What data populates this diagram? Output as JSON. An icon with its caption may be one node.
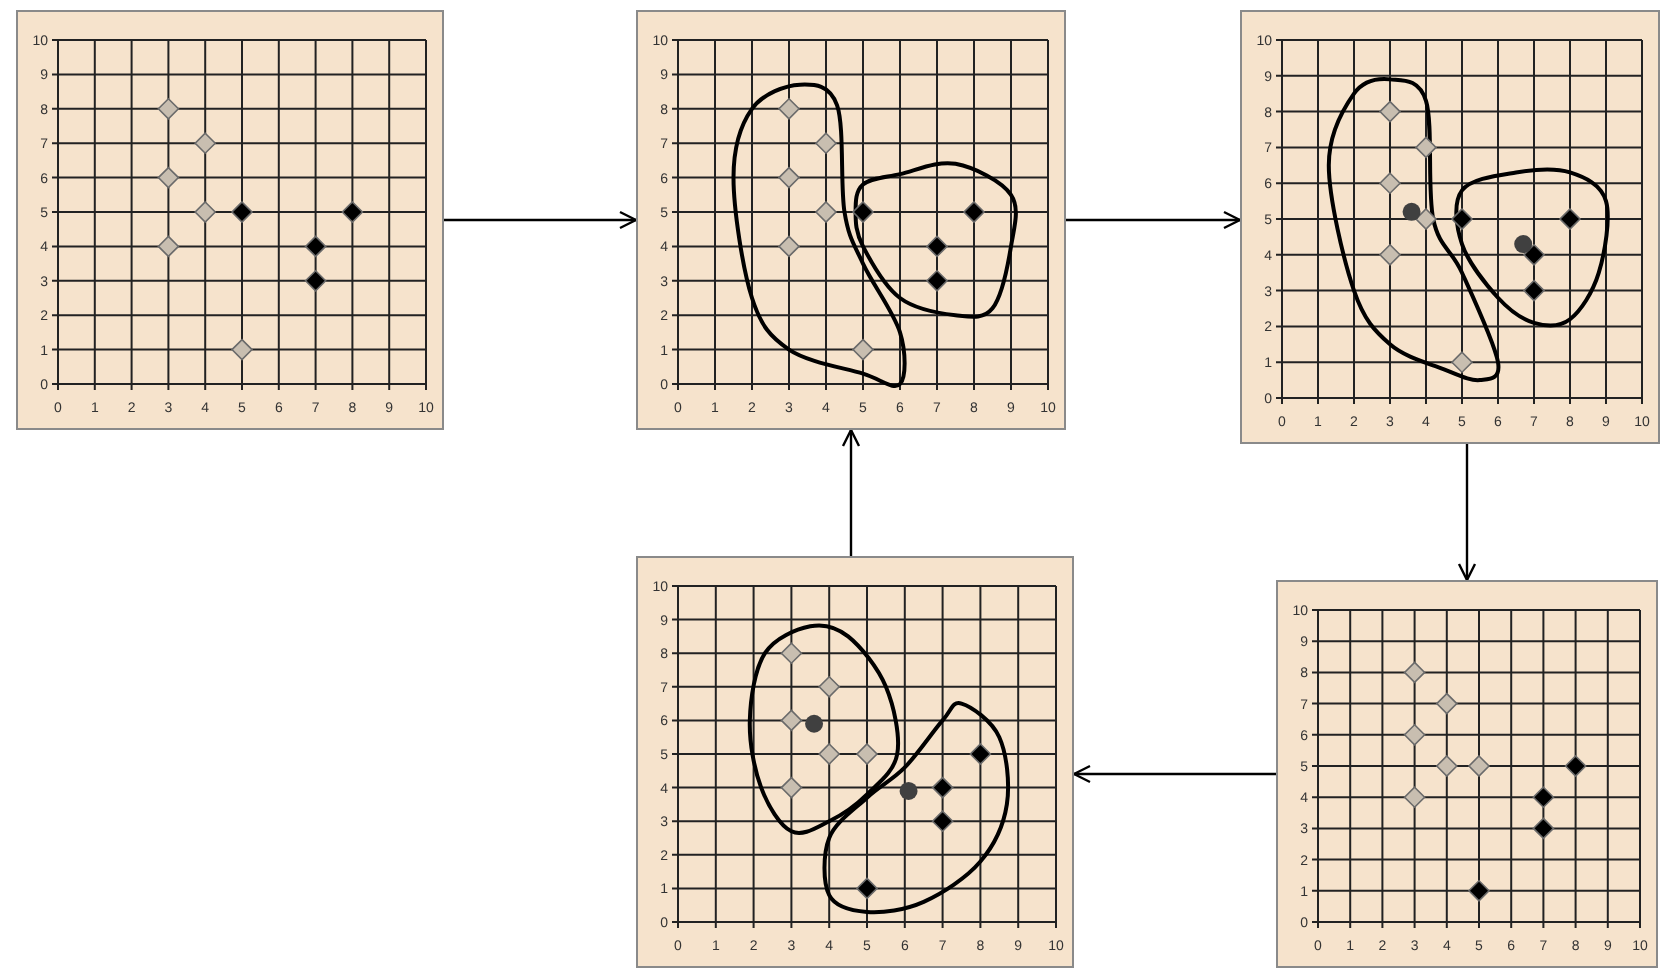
{
  "diagram": {
    "nodes": [
      {
        "text": [],
        "shape": "box"
      },
      {
        "text": [],
        "shape": "box"
      },
      {
        "text": [],
        "shape": "box"
      },
      {
        "text": [],
        "shape": "box"
      },
      {
        "text": [],
        "shape": "box"
      }
    ],
    "edges": [
      {
        "from": 0,
        "to": 1,
        "arrow": "to"
      },
      {
        "from": 1,
        "to": 2,
        "arrow": "to"
      },
      {
        "from": 2,
        "to": 4,
        "arrow": "to"
      },
      {
        "from": 4,
        "to": 3,
        "arrow": "to"
      },
      {
        "from": 3,
        "to": 1,
        "arrow": "to"
      }
    ],
    "chart_data": [
      {
        "type": "scatter",
        "grid": true,
        "xlim": [
          0,
          10
        ],
        "ylim": [
          0,
          10
        ],
        "xticks": [
          0,
          1,
          2,
          3,
          4,
          5,
          6,
          7,
          8,
          9,
          10
        ],
        "yticks": [
          0,
          1,
          2,
          3,
          4,
          5,
          6,
          7,
          8,
          9,
          10
        ],
        "series": [
          {
            "color": "#c8beb0",
            "x": [
              3,
              4,
              3,
              4,
              3,
              5
            ],
            "values": [
              8,
              7,
              6,
              5,
              4,
              1
            ]
          },
          {
            "color": "#000000",
            "x": [
              5,
              8,
              7,
              7
            ],
            "values": [
              5,
              5,
              4,
              3
            ]
          }
        ]
      },
      {
        "type": "scatter",
        "grid": true,
        "xlim": [
          0,
          10
        ],
        "ylim": [
          0,
          10
        ],
        "xticks": [
          0,
          1,
          2,
          3,
          4,
          5,
          6,
          7,
          8,
          9,
          10
        ],
        "yticks": [
          0,
          1,
          2,
          3,
          4,
          5,
          6,
          7,
          8,
          9,
          10
        ],
        "series": [
          {
            "color": "#c8beb0",
            "x": [
              3,
              4,
              3,
              4,
              3,
              5
            ],
            "values": [
              8,
              7,
              6,
              5,
              4,
              1
            ]
          },
          {
            "color": "#000000",
            "x": [
              5,
              8,
              7,
              7
            ],
            "values": [
              5,
              5,
              4,
              3
            ]
          }
        ]
      },
      {
        "type": "scatter",
        "grid": true,
        "xlim": [
          0,
          10
        ],
        "ylim": [
          0,
          10
        ],
        "xticks": [
          0,
          1,
          2,
          3,
          4,
          5,
          6,
          7,
          8,
          9,
          10
        ],
        "yticks": [
          0,
          1,
          2,
          3,
          4,
          5,
          6,
          7,
          8,
          9,
          10
        ],
        "series": [
          {
            "color": "#c8beb0",
            "x": [
              3,
              4,
              3,
              4,
              3,
              5
            ],
            "values": [
              8,
              7,
              6,
              5,
              4,
              1
            ]
          },
          {
            "color": "#000000",
            "x": [
              5,
              8,
              7,
              7
            ],
            "values": [
              5,
              5,
              4,
              3
            ]
          },
          {
            "color": "#404040",
            "x": [
              3.6,
              6.7
            ],
            "values": [
              5.2,
              4.3
            ]
          }
        ]
      },
      {
        "type": "scatter",
        "grid": true,
        "xlim": [
          0,
          10
        ],
        "ylim": [
          0,
          10
        ],
        "xticks": [
          0,
          1,
          2,
          3,
          4,
          5,
          6,
          7,
          8,
          9,
          10
        ],
        "yticks": [
          0,
          1,
          2,
          3,
          4,
          5,
          6,
          7,
          8,
          9,
          10
        ],
        "series": [
          {
            "color": "#c8beb0",
            "x": [
              3,
              4,
              3,
              4,
              5,
              3
            ],
            "values": [
              8,
              7,
              6,
              5,
              5,
              4
            ]
          },
          {
            "color": "#000000",
            "x": [
              8,
              7,
              7,
              5
            ],
            "values": [
              5,
              4,
              3,
              1
            ]
          },
          {
            "color": "#404040",
            "x": [
              3.6,
              6.1
            ],
            "values": [
              5.9,
              3.9
            ]
          }
        ]
      },
      {
        "type": "scatter",
        "grid": true,
        "xlim": [
          0,
          10
        ],
        "ylim": [
          0,
          10
        ],
        "xticks": [
          0,
          1,
          2,
          3,
          4,
          5,
          6,
          7,
          8,
          9,
          10
        ],
        "yticks": [
          0,
          1,
          2,
          3,
          4,
          5,
          6,
          7,
          8,
          9,
          10
        ],
        "series": [
          {
            "color": "#c8beb0",
            "x": [
              3,
              4,
              3,
              4,
              5,
              3
            ],
            "values": [
              8,
              7,
              6,
              5,
              5,
              4
            ]
          },
          {
            "color": "#000000",
            "x": [
              8,
              7,
              7,
              5
            ],
            "values": [
              5,
              4,
              3,
              1
            ]
          }
        ]
      }
    ]
  }
}
